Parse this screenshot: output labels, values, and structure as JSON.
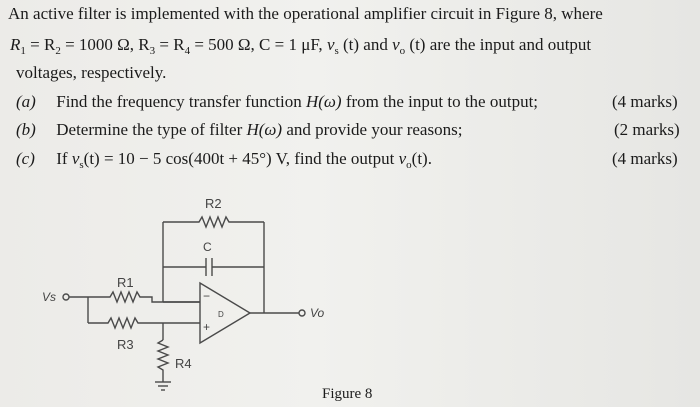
{
  "intro": {
    "line1": "An active filter is implemented with the operational amplifier circuit in Figure 8, where",
    "values_a": "= R",
    "values_b": "= 1000 Ω, R",
    "values_c": "= R",
    "values_d": "= 500 Ω, C = 1 μF, ",
    "values_e": "(t) and ",
    "values_f": "(t) are the input and output",
    "line3": "voltages, respectively."
  },
  "parts": [
    {
      "label": "(a)",
      "text_a": "Find the frequency transfer function ",
      "text_b": "H(ω)",
      "text_c": " from the input to the output;",
      "marks": "(4 marks)"
    },
    {
      "label": "(b)",
      "text_a": "Determine the type of filter ",
      "text_b": "H(ω)",
      "text_c": " and provide your reasons;",
      "marks": "(2 marks)"
    },
    {
      "label": "(c)",
      "text_a": "If ",
      "text_b": "(t) = 10 − 5 cos(400t + 45°) V, find the output ",
      "text_c": "(t).",
      "marks": "(4 marks)"
    }
  ],
  "circuit": {
    "r1": "R1",
    "r2": "R2",
    "r3": "R3",
    "r4": "R4",
    "c": "C",
    "vin": "Vs",
    "vout": "Vo",
    "minus": "−",
    "plus": "+",
    "opamp": "D"
  },
  "figure_caption": "Figure 8"
}
